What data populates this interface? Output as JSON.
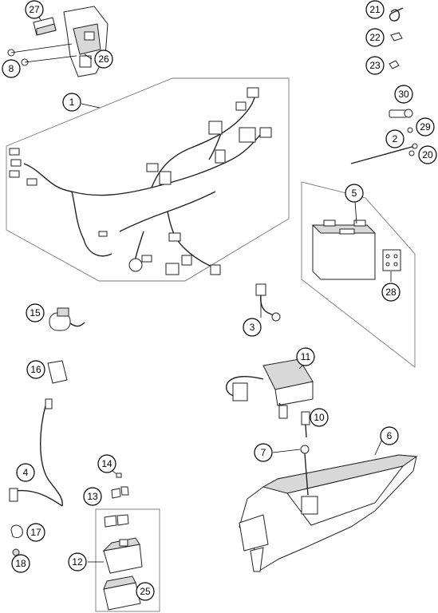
{
  "diagram": {
    "callouts": [
      {
        "id": "c1",
        "label": "1"
      },
      {
        "id": "c2",
        "label": "2"
      },
      {
        "id": "c3",
        "label": "3"
      },
      {
        "id": "c4",
        "label": "4"
      },
      {
        "id": "c5",
        "label": "5"
      },
      {
        "id": "c6",
        "label": "6"
      },
      {
        "id": "c7",
        "label": "7"
      },
      {
        "id": "c8",
        "label": "8"
      },
      {
        "id": "c10",
        "label": "10"
      },
      {
        "id": "c11",
        "label": "11"
      },
      {
        "id": "c12",
        "label": "12"
      },
      {
        "id": "c13",
        "label": "13"
      },
      {
        "id": "c14",
        "label": "14"
      },
      {
        "id": "c15",
        "label": "15"
      },
      {
        "id": "c16",
        "label": "16"
      },
      {
        "id": "c17",
        "label": "17"
      },
      {
        "id": "c18",
        "label": "18"
      },
      {
        "id": "c20",
        "label": "20"
      },
      {
        "id": "c21",
        "label": "21"
      },
      {
        "id": "c22",
        "label": "22"
      },
      {
        "id": "c23",
        "label": "23"
      },
      {
        "id": "c25",
        "label": "25"
      },
      {
        "id": "c26",
        "label": "26"
      },
      {
        "id": "c27",
        "label": "27"
      },
      {
        "id": "c28",
        "label": "28"
      },
      {
        "id": "c29",
        "label": "29"
      },
      {
        "id": "c30",
        "label": "30"
      }
    ]
  }
}
